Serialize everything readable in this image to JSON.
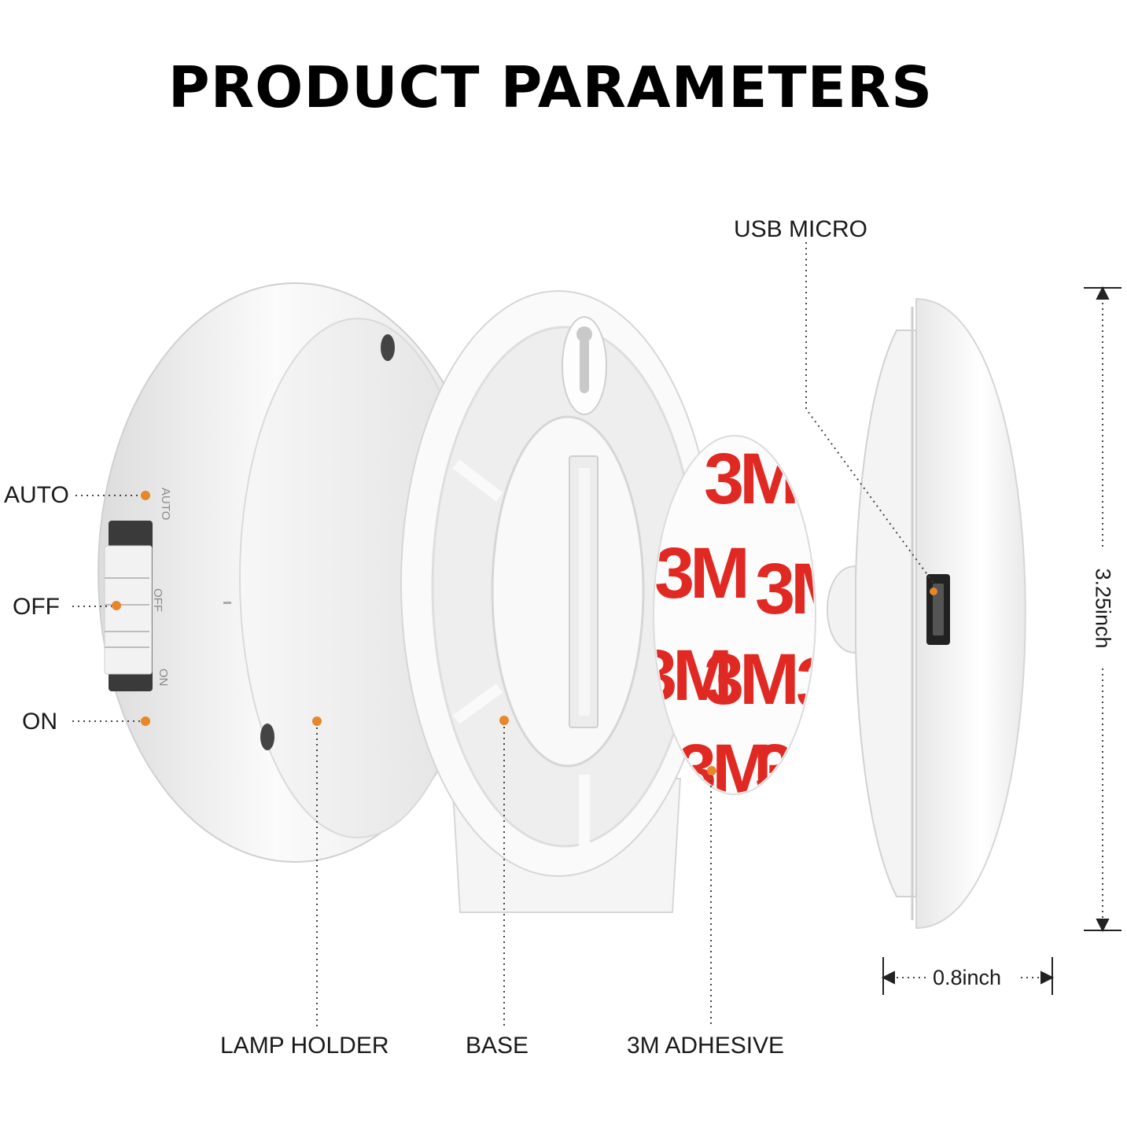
{
  "title": "PRODUCT PARAMETERS",
  "labels": {
    "auto": "AUTO",
    "off": "OFF",
    "on": "ON",
    "lamp_holder": "LAMP HOLDER",
    "base": "BASE",
    "adhesive": "3M ADHESIVE",
    "usb": "USB MICRO"
  },
  "switch_markings": {
    "auto": "AUTO",
    "off": "OFF",
    "on": "ON"
  },
  "adhesive_marking": "3M",
  "dimensions": {
    "height": "3.25inch",
    "depth": "0.8inch"
  },
  "colors": {
    "callout_dot": "#e8862a",
    "adhesive_text": "#e02922",
    "lamp_white": "#f4f4f4",
    "leader": "#444444"
  }
}
